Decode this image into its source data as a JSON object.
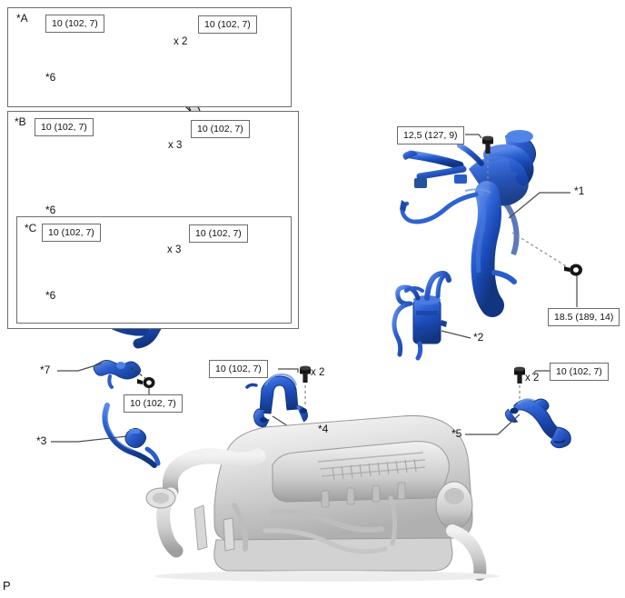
{
  "document": {
    "page_mark": "P",
    "type": "parts-exploded-diagram"
  },
  "colors": {
    "part_blue": "#1c4fc0",
    "part_blue_light": "#4d7fe0",
    "part_gray": "#c9c9c9",
    "line": "#4a4a4a",
    "box_border": "#6e6e6e"
  },
  "panels": [
    {
      "id": "A",
      "label": "*A",
      "part_ref": "*6",
      "specs": [
        {
          "text": "10 (102, 7)",
          "qty": ""
        },
        {
          "text": "10 (102, 7)",
          "qty": "x 2"
        }
      ]
    },
    {
      "id": "B",
      "label": "*B",
      "part_ref": "*6",
      "specs": [
        {
          "text": "10 (102, 7)",
          "qty": ""
        },
        {
          "text": "10 (102, 7)",
          "qty": "x 3"
        }
      ]
    },
    {
      "id": "C",
      "label": "*C",
      "part_ref": "*6",
      "specs": [
        {
          "text": "10 (102, 7)",
          "qty": ""
        },
        {
          "text": "10 (102, 7)",
          "qty": "x 3"
        }
      ]
    }
  ],
  "components": [
    {
      "ref": "*1",
      "name": "intake-manifold-assembly",
      "specs": [
        {
          "text": "12,5 (127, 9)",
          "qty": ""
        },
        {
          "text": "18.5 (189, 14)",
          "qty": ""
        }
      ]
    },
    {
      "ref": "*2",
      "name": "fuel-supply-pump",
      "specs": []
    },
    {
      "ref": "*3",
      "name": "fuel-hose",
      "specs": []
    },
    {
      "ref": "*4",
      "name": "bracket-no4",
      "specs": [
        {
          "text": "10 (102, 7)",
          "qty": "x 2"
        }
      ]
    },
    {
      "ref": "*5",
      "name": "bracket-no5",
      "specs": [
        {
          "text": "10 (102, 7)",
          "qty": "x 2"
        }
      ]
    },
    {
      "ref": "*7",
      "name": "sensor-connector",
      "specs": [
        {
          "text": "10 (102, 7)",
          "qty": ""
        }
      ]
    }
  ],
  "illustration": {
    "engine_label": "engine-assembly-photo"
  }
}
